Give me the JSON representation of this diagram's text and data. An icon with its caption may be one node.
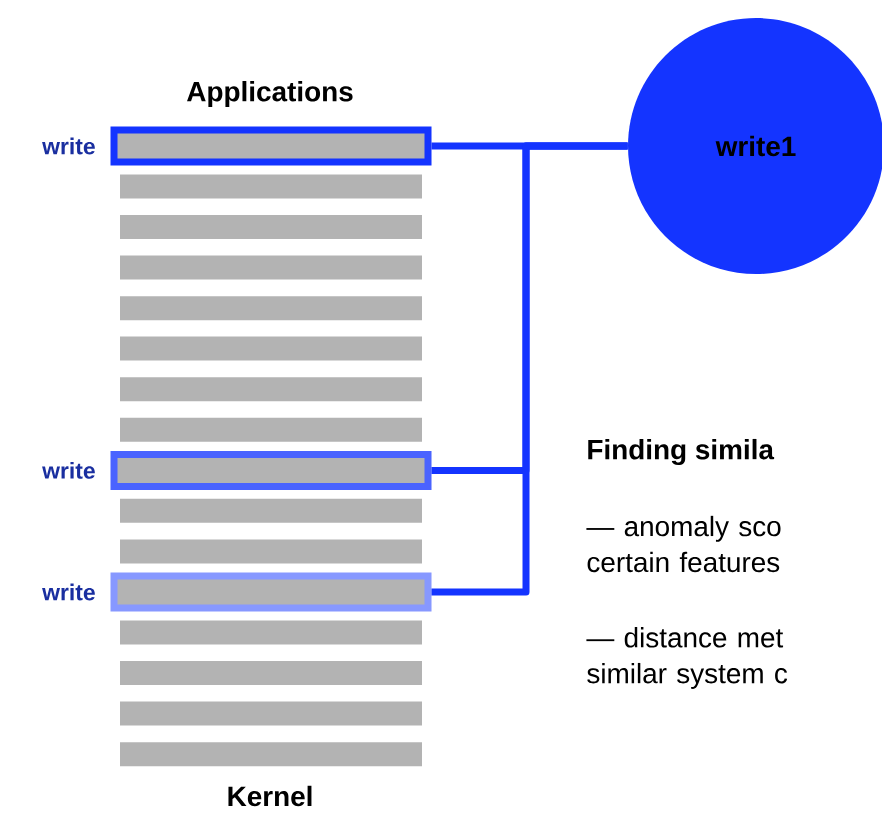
{
  "diagram": {
    "nodes": [
      {
        "text": [],
        "shape": "bar",
        "beside": [
          "write"
        ]
      },
      {
        "text": [],
        "shape": "bar",
        "beside": [
          "write"
        ]
      },
      {
        "text": [],
        "shape": "bar",
        "beside": [
          "write"
        ]
      },
      {
        "text": [
          "write1"
        ]
      }
    ],
    "edges": [
      {
        "from": 0,
        "to": 3,
        "arrow": "none"
      },
      {
        "from": 1,
        "to": 3,
        "arrow": "none"
      },
      {
        "from": 2,
        "to": 3,
        "arrow": "none"
      }
    ],
    "labels": [
      "Applications",
      "Kernel",
      "Finding simila",
      "— anomaly sco certain features",
      "— distance met similar system c"
    ]
  }
}
